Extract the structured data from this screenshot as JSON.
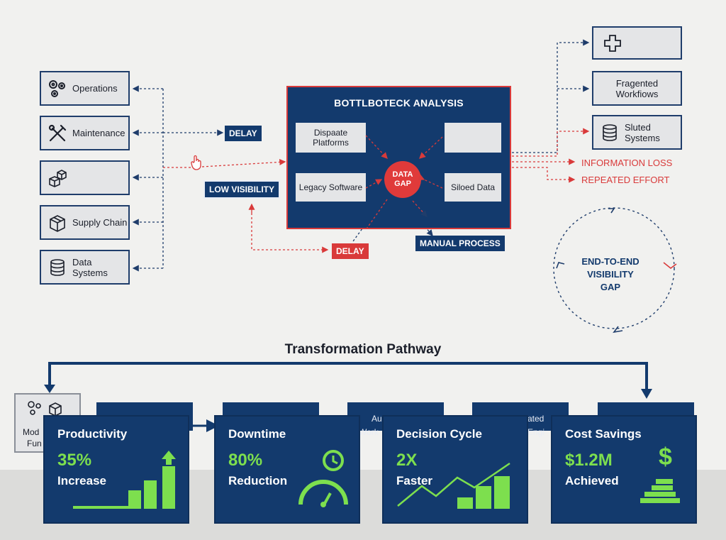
{
  "left_nodes": [
    {
      "label": "Operations",
      "icon": "gears-icon"
    },
    {
      "label": "Maintenance",
      "icon": "wrench-screwdriver-icon"
    },
    {
      "label": "",
      "icon": "cubes-icon"
    },
    {
      "label": "Supply Chain",
      "icon": "box-icon"
    },
    {
      "label_line1": "Data",
      "label_line2": "Systems",
      "icon": "database-icon"
    }
  ],
  "tags": {
    "delay_top": "DELAY",
    "low_visibility": "LOW VISIBILITY",
    "delay_bottom": "DELAY",
    "manual_process": "MANUAL PROCESS"
  },
  "center": {
    "title": "BOTTLBOTECK ANALYSIS",
    "box_tl_line1": "Dispaate",
    "box_tl_line2": "Platforms",
    "box_ml": "Legacy Software",
    "box_mr": "Siloed Data",
    "gap_line1": "DATA",
    "gap_line2": "GAP"
  },
  "right_nodes": [
    {
      "icon": "plus-icon"
    },
    {
      "label_line1": "Fragented",
      "label_line2": "Workfiows"
    },
    {
      "label_line1": "Sluted",
      "label_line2": "Systems",
      "icon": "database-icon"
    }
  ],
  "losses": [
    "INFORMATION LOSS",
    "REPEATED EFFORT"
  ],
  "visibility": {
    "line1": "END-TO-END",
    "line2": "VISIBILITY",
    "line3": "GAP"
  },
  "pathway_title": "Transformation Pathway",
  "left_stub": {
    "line1": "Mod",
    "line2": "Fun"
  },
  "back_cards": [
    "Au",
    "Work",
    "ated",
    "Engi"
  ],
  "metrics": [
    {
      "title": "Productivity",
      "value": "35%",
      "sub": "Increase"
    },
    {
      "title": "Downtime",
      "value": "80%",
      "sub": "Reduction"
    },
    {
      "title": "Decision Cycle",
      "value": "2X",
      "sub": "Faster"
    },
    {
      "title": "Cost Savings",
      "value": "$1.2M",
      "sub": "Achieved"
    }
  ],
  "colors": {
    "navy": "#133a6d",
    "red": "#d93a3a",
    "green": "#7ddf4e"
  }
}
